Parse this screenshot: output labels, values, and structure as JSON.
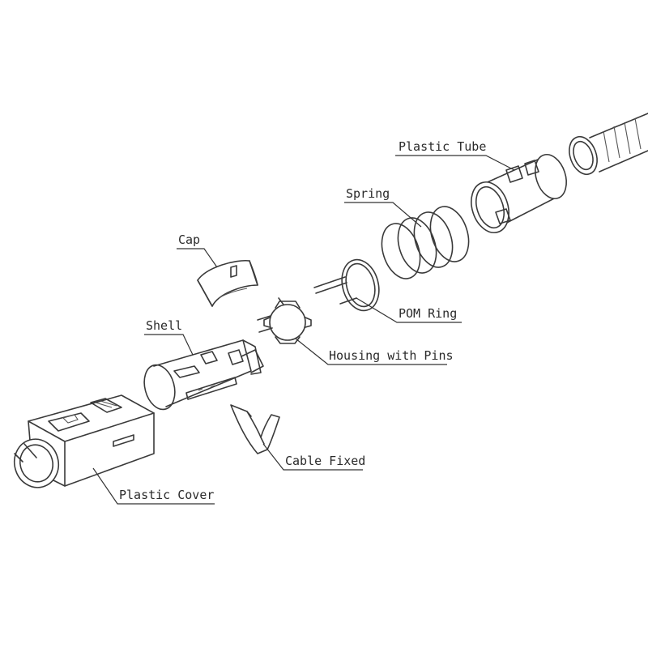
{
  "diagram": {
    "labels": {
      "plastic_tube": "Plastic Tube",
      "spring": "Spring",
      "cap": "Cap",
      "pom_ring": "POM Ring",
      "shell": "Shell",
      "housing_with_pins": "Housing with Pins",
      "cable_fixed": "Cable Fixed",
      "plastic_cover": "Plastic Cover"
    },
    "colors": {
      "line": "#3a3a3a",
      "background": "#ffffff"
    }
  }
}
